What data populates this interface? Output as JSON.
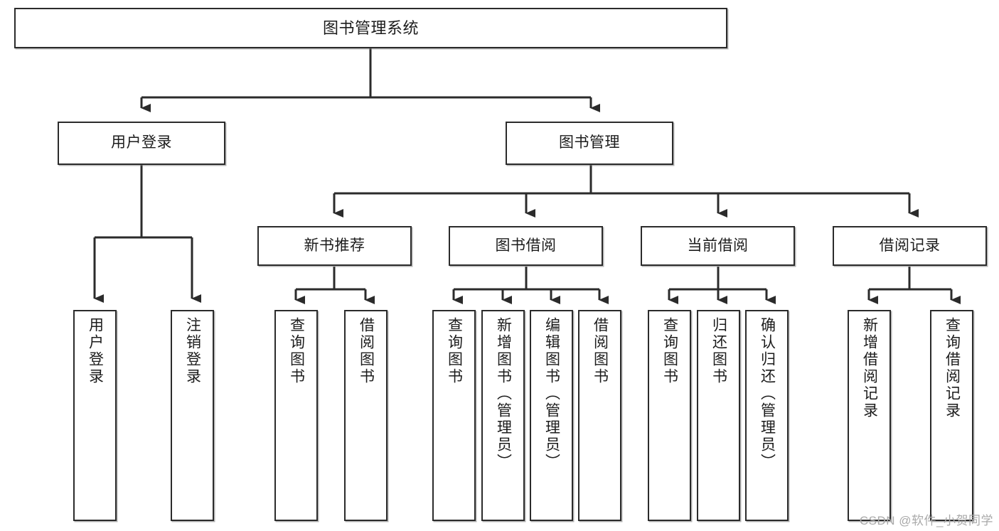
{
  "diagram": {
    "title": "图书管理系统",
    "type": "tree",
    "watermark": "CSDN @软件_小贺同学",
    "colors": {
      "box_border": "#2b2b2b",
      "box_fill": "#ffffff",
      "connector": "#2b2b2b",
      "text": "#1c1c1c",
      "watermark": "#a9a9a9"
    },
    "root": {
      "label": "图书管理系统"
    },
    "level1": [
      {
        "id": "user-login",
        "label": "用户登录"
      },
      {
        "id": "book-manage",
        "label": "图书管理"
      }
    ],
    "level2": [
      {
        "id": "new-book-recommend",
        "label": "新书推荐"
      },
      {
        "id": "book-borrow",
        "label": "图书借阅"
      },
      {
        "id": "current-borrow",
        "label": "当前借阅"
      },
      {
        "id": "borrow-record",
        "label": "借阅记录"
      }
    ],
    "leaves": {
      "user-login": [
        {
          "id": "leaf-user-login",
          "label": "用户登录"
        },
        {
          "id": "leaf-logout-login",
          "label": "注销登录"
        }
      ],
      "new-book-recommend": [
        {
          "id": "leaf-query-book-1",
          "label": "查询图书"
        },
        {
          "id": "leaf-borrow-book-1",
          "label": "借阅图书"
        }
      ],
      "book-borrow": [
        {
          "id": "leaf-query-book-2",
          "label": "查询图书"
        },
        {
          "id": "leaf-add-book-admin",
          "label": "新增图书（管理员）"
        },
        {
          "id": "leaf-edit-book-admin",
          "label": "编辑图书（管理员）"
        },
        {
          "id": "leaf-borrow-book-2",
          "label": "借阅图书"
        }
      ],
      "current-borrow": [
        {
          "id": "leaf-query-book-3",
          "label": "查询图书"
        },
        {
          "id": "leaf-return-book",
          "label": "归还图书"
        },
        {
          "id": "leaf-confirm-return-admin",
          "label": "确认归还（管理员）"
        }
      ],
      "borrow-record": [
        {
          "id": "leaf-add-borrow-record",
          "label": "新增借阅记录"
        },
        {
          "id": "leaf-query-borrow-record",
          "label": "查询借阅记录"
        }
      ]
    }
  }
}
